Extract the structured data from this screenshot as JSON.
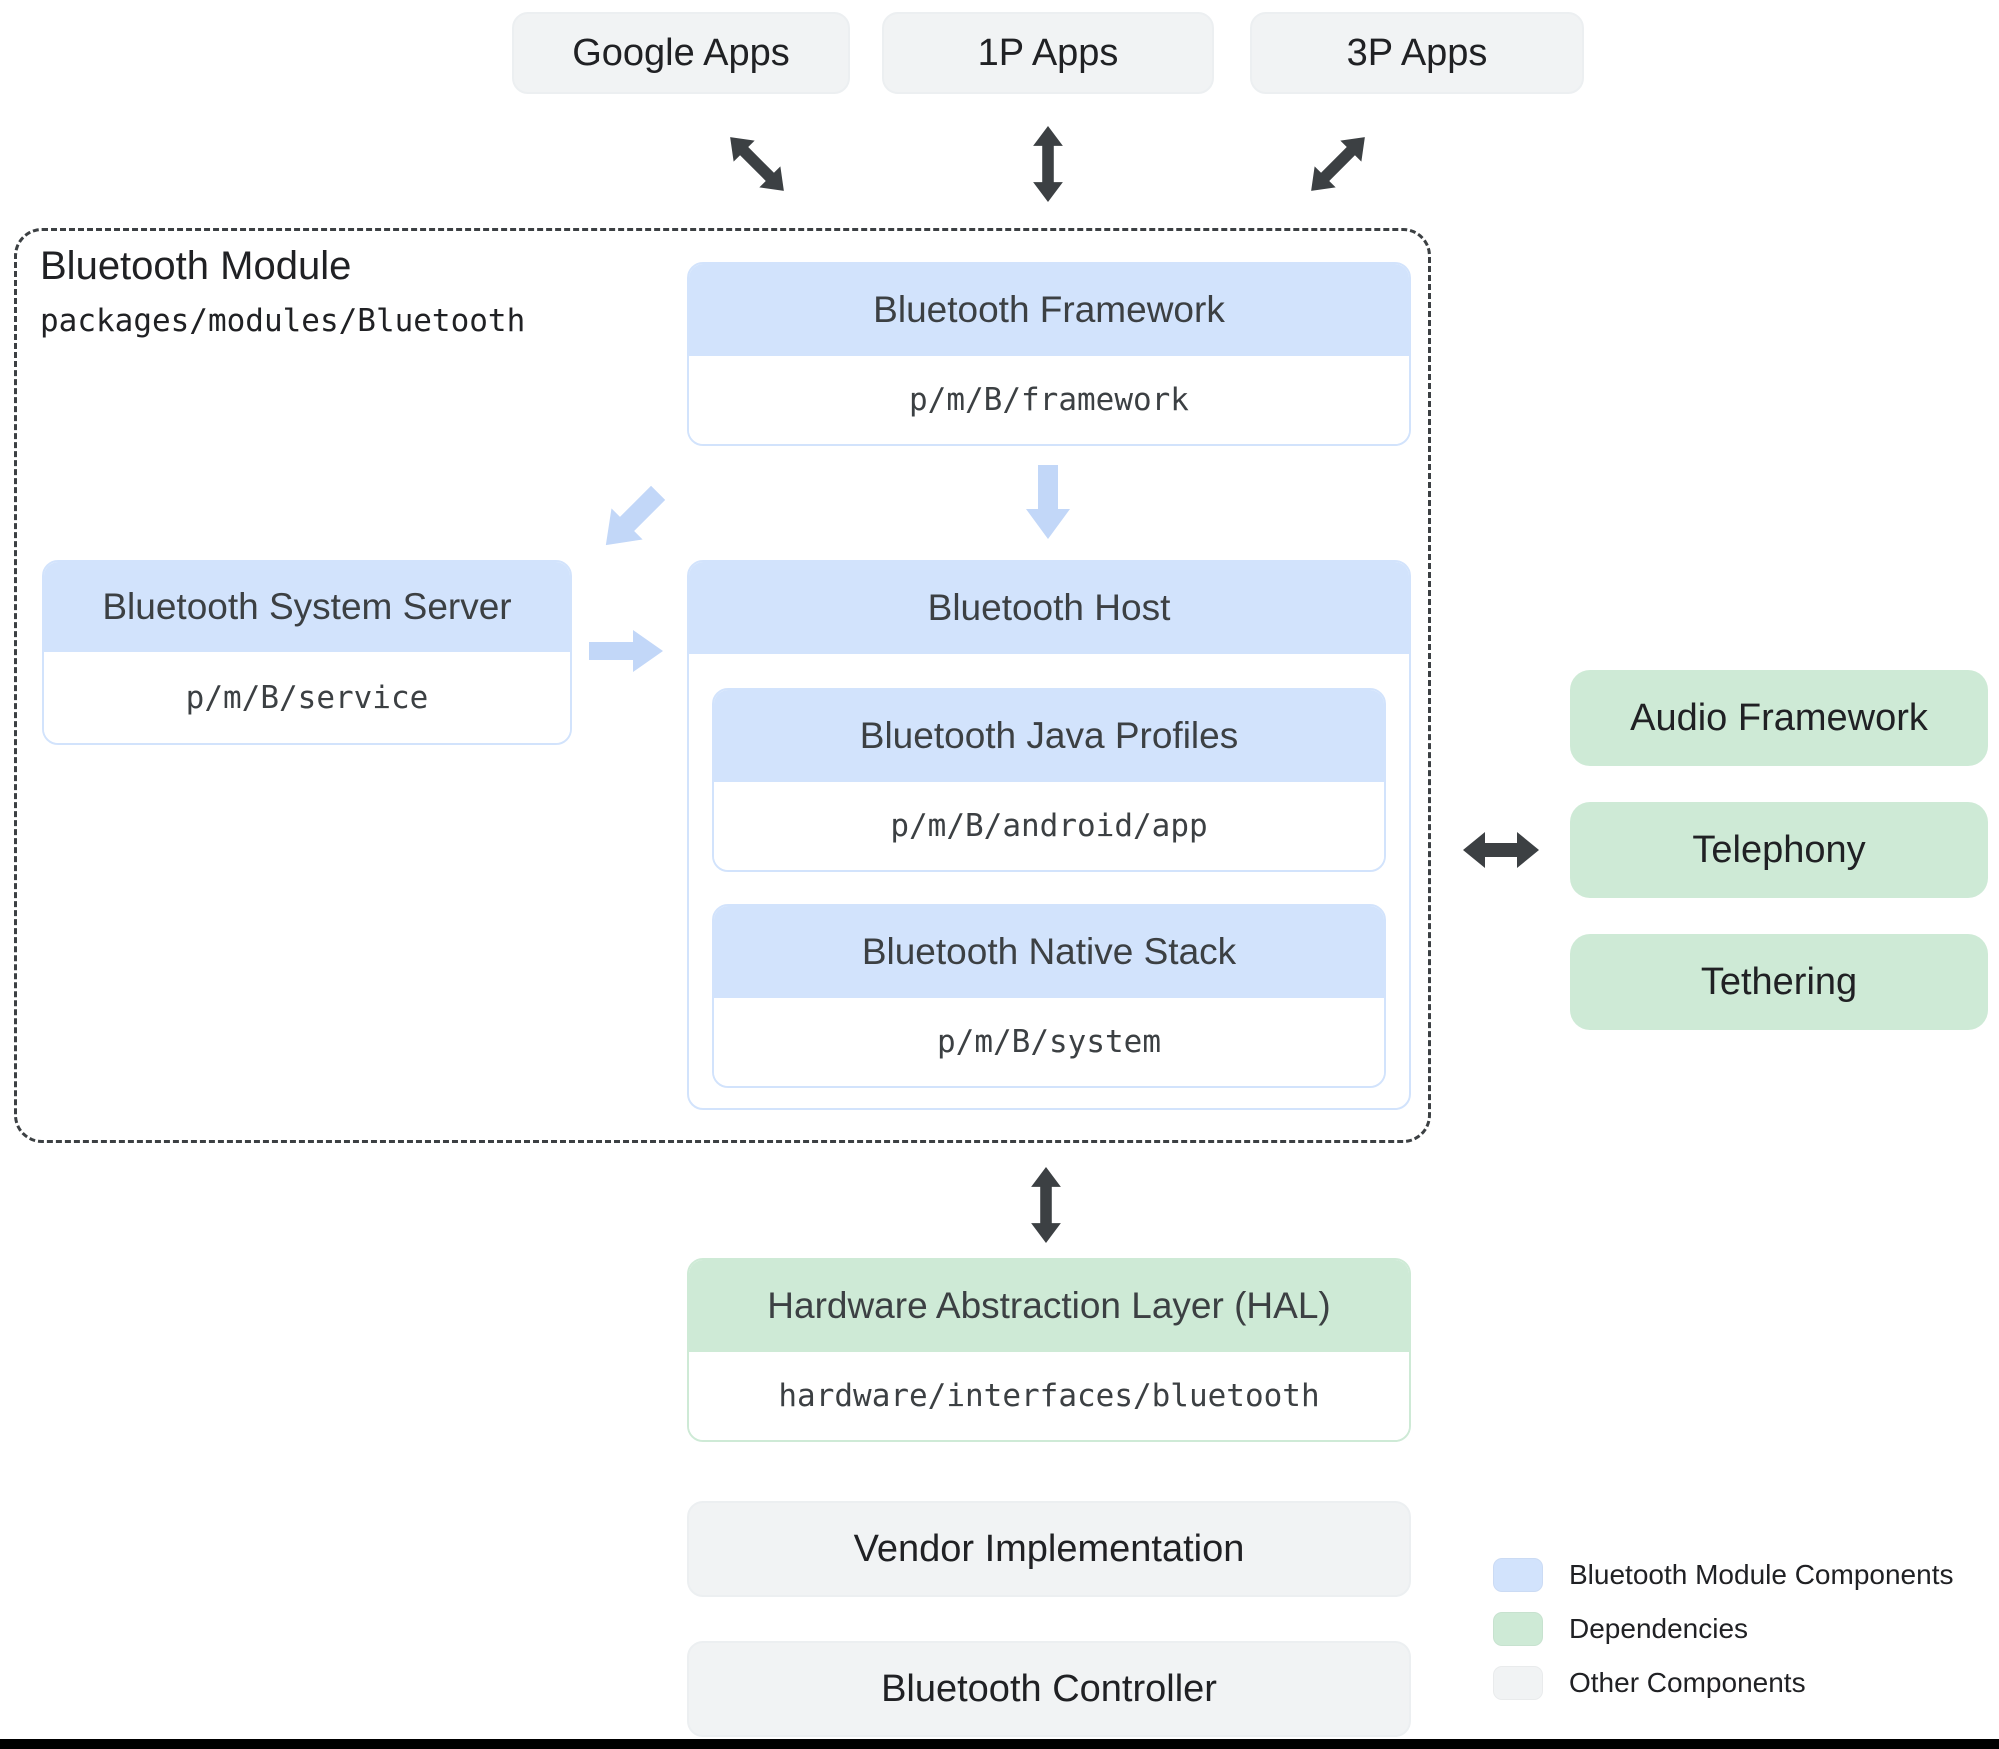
{
  "top_apps": [
    {
      "label": "Google Apps"
    },
    {
      "label": "1P Apps"
    },
    {
      "label": "3P Apps"
    }
  ],
  "module": {
    "title": "Bluetooth Module",
    "path": "packages/modules/Bluetooth"
  },
  "cards": {
    "framework": {
      "title": "Bluetooth Framework",
      "path": "p/m/B/framework"
    },
    "system_server": {
      "title": "Bluetooth System Server",
      "path": "p/m/B/service"
    },
    "host": {
      "title": "Bluetooth Host"
    },
    "java_profiles": {
      "title": "Bluetooth Java Profiles",
      "path": "p/m/B/android/app"
    },
    "native_stack": {
      "title": "Bluetooth Native Stack",
      "path": "p/m/B/system"
    },
    "hal": {
      "title": "Hardware Abstraction Layer (HAL)",
      "path": "hardware/interfaces/bluetooth"
    }
  },
  "dependencies": [
    {
      "label": "Audio Framework"
    },
    {
      "label": "Telephony"
    },
    {
      "label": "Tethering"
    }
  ],
  "other_components": {
    "vendor": "Vendor Implementation",
    "controller": "Bluetooth Controller"
  },
  "legend": [
    {
      "label": "Bluetooth Module Components",
      "color": "#d2e3fc"
    },
    {
      "label": "Dependencies",
      "color": "#ceead6"
    },
    {
      "label": "Other Components",
      "color": "#f1f3f4"
    }
  ],
  "arrows": [
    {
      "name": "google-apps-module",
      "type": "bidirectional-diagonal",
      "color": "#3c4043"
    },
    {
      "name": "1p-apps-module",
      "type": "bidirectional-vertical",
      "color": "#3c4043"
    },
    {
      "name": "3p-apps-module",
      "type": "bidirectional-diagonal",
      "color": "#3c4043"
    },
    {
      "name": "framework-to-server",
      "type": "single-diagonal-down-left",
      "color": "#c2d7f8"
    },
    {
      "name": "framework-to-host",
      "type": "single-down",
      "color": "#c2d7f8"
    },
    {
      "name": "server-to-host",
      "type": "single-right",
      "color": "#c2d7f8"
    },
    {
      "name": "host-dependencies",
      "type": "bidirectional-horizontal",
      "color": "#3c4043"
    },
    {
      "name": "module-to-hal",
      "type": "bidirectional-vertical",
      "color": "#3c4043"
    }
  ],
  "colors": {
    "blue_fill": "#d2e3fc",
    "green_fill": "#ceead6",
    "gray_fill": "#f1f3f4",
    "dark_arrow": "#3c4043",
    "light_arrow": "#c2d7f8",
    "header_text": "#3c4043",
    "black_text": "#202124",
    "dashed_border": "#3c4043"
  }
}
